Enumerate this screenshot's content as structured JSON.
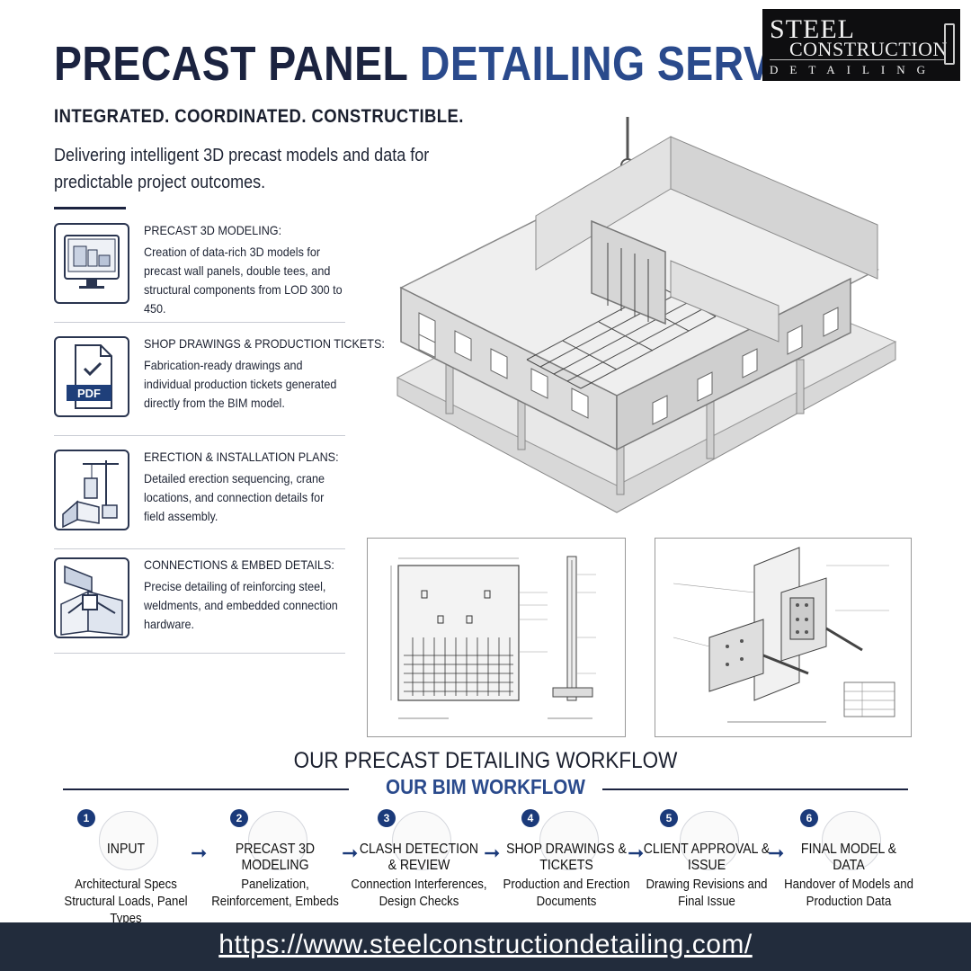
{
  "header": {
    "title_part1": "PRECAST PANEL",
    "title_part2": "DETAILING SERVICES",
    "logo_line1": "STEEL",
    "logo_line2": "CONSTRUCTION",
    "logo_line3": "DETAILING"
  },
  "tagline": "INTEGRATED. COORDINATED. CONSTRUCTIBLE.",
  "intro": "Delivering intelligent 3D precast models and data for predictable project outcomes.",
  "services": [
    {
      "heading": "PRECAST 3D MODELING:",
      "description": "Creation of data-rich 3D models for precast wall panels, double tees, and structural components from LOD 300 to 450.",
      "icon": "monitor-model-icon"
    },
    {
      "heading": "SHOP DRAWINGS & PRODUCTION TICKETS:",
      "description": "Fabrication-ready drawings and individual production tickets generated directly from the BIM model.",
      "icon": "pdf-document-icon",
      "icon_text": "PDF"
    },
    {
      "heading": "ERECTION & INSTALLATION PLANS:",
      "description": "Detailed erection sequencing, crane locations, and connection details for field assembly.",
      "icon": "crane-erection-icon"
    },
    {
      "heading": "CONNECTIONS & EMBED DETAILS:",
      "description": "Precise detailing of reinforcing steel, weldments, and embedded connection hardware.",
      "icon": "connection-detail-icon"
    }
  ],
  "workflow": {
    "title": "OUR PRECAST DETAILING WORKFLOW",
    "subtitle": "OUR BIM WORKFLOW",
    "steps": [
      {
        "number": "1",
        "name": "INPUT",
        "detail": "Architectural Specs Structural Loads, Panel Types"
      },
      {
        "number": "2",
        "name": "PRECAST 3D MODELING",
        "detail": "Panelization, Reinforcement, Embeds"
      },
      {
        "number": "3",
        "name": "CLASH DETECTION & REVIEW",
        "detail": "Connection Interferences, Design Checks"
      },
      {
        "number": "4",
        "name": "SHOP DRAWINGS & TICKETS",
        "detail": "Production and Erection Documents"
      },
      {
        "number": "5",
        "name": "CLIENT APPROVAL & ISSUE",
        "detail": "Drawing Revisions and Final Issue"
      },
      {
        "number": "6",
        "name": "FINAL MODEL & DATA",
        "detail": "Handover of Models and Production Data"
      }
    ]
  },
  "footer": {
    "url": "https://www.steelconstructiondetailing.com/"
  },
  "colors": {
    "navy": "#1b2340",
    "blue": "#2a4a8c",
    "footer": "#222c3c",
    "step_badge": "#1b3a7a"
  }
}
